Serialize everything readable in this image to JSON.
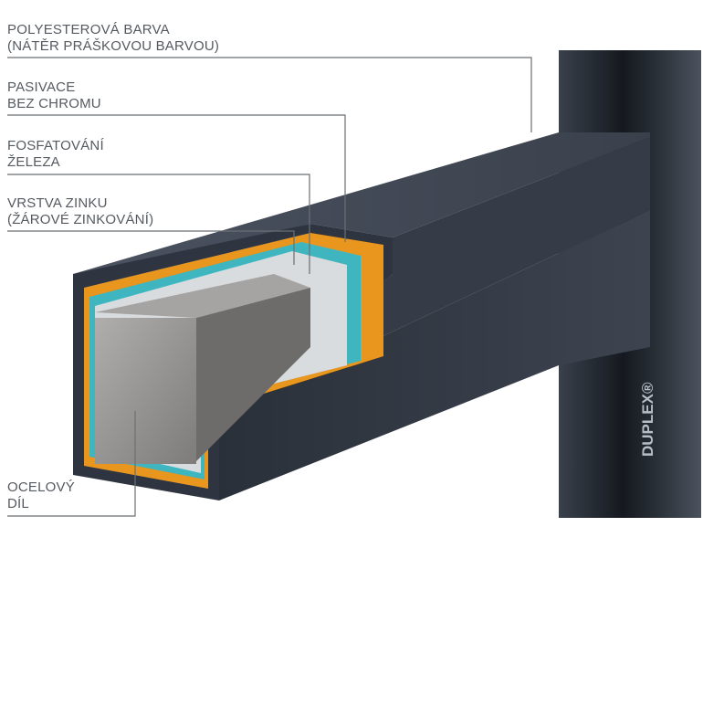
{
  "labels": [
    {
      "line1": "POLYESTEROVÁ BARVA",
      "line2": "(NÁTĚR PRÁŠKOVOU BARVOU)"
    },
    {
      "line1": "PASIVACE",
      "line2": "BEZ CHROMU"
    },
    {
      "line1": "FOSFATOVÁNÍ",
      "line2": "ŽELEZA"
    },
    {
      "line1": "VRSTVA ZINKU",
      "line2": "(ŽÁROVÉ ZINKOVÁNÍ)"
    },
    {
      "line1": "OCELOVÝ",
      "line2": "DÍL"
    }
  ],
  "brand": "DUPLEX®",
  "colors": {
    "paint": "#2f3540",
    "passivation": "#e8961e",
    "phosphate": "#3fb6bf",
    "zinc": "#d9dcdf",
    "steel": "#8c8b8a",
    "leader": "#6b6f74"
  }
}
